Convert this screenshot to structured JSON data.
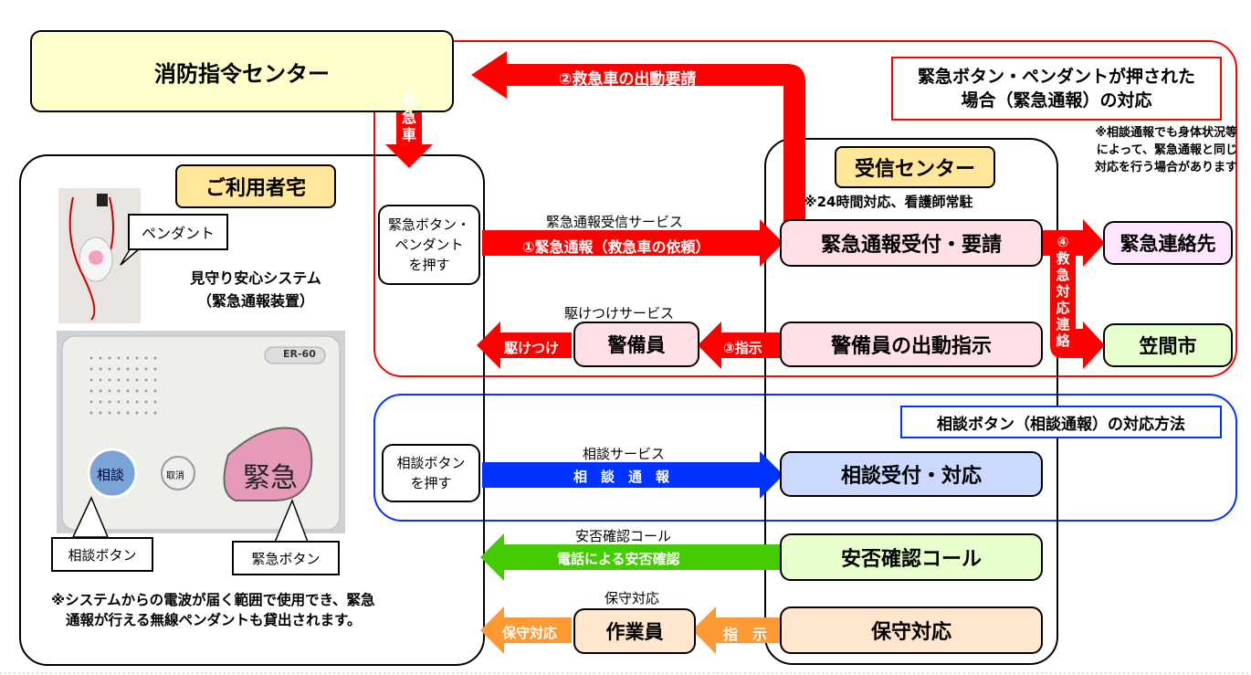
{
  "fire_center": "消防指令センター",
  "user_home": "ご利用者宅",
  "pendant_label": "ペンダント",
  "system_name_line1": "見守り安心システム",
  "system_name_line2": "（緊急通報装置）",
  "device_model": "ER-60",
  "device_btn_consult": "相談",
  "device_btn_cancel": "取消",
  "device_btn_emergency": "緊急",
  "consult_button_label": "相談ボタン",
  "emergency_button_label": "緊急ボタン",
  "footnote_line1": "※システムからの電波が届く範囲で使用でき、緊急",
  "footnote_line2": "通報が行える無線ペンダントも貸出されます。",
  "receive_center": "受信センター",
  "receive_center_note": "※24時間対応、看護師常駐",
  "emergency_title_line1": "緊急ボタン・ペンダントが押された",
  "emergency_title_line2": "場合（緊急通報）の対応",
  "emergency_note_line1": "※相談通報でも身体状況等",
  "emergency_note_line2": "によって、緊急通報と同じ",
  "emergency_note_line3": "対応を行う場合があります",
  "ambulance_request": "②救急車の出動要請",
  "ambulance_chars": [
    "救",
    "急",
    "車"
  ],
  "press_emergency_line1": "緊急ボタン・",
  "press_emergency_line2": "ペンダント",
  "press_emergency_line3": "を押す",
  "emergency_service": "緊急通報受信サービス",
  "emergency_call": "①緊急通報（救急車の依頼）",
  "emergency_reception": "緊急通報受付・要請",
  "emergency_contact": "緊急連絡先",
  "kasama_city": "笠間市",
  "contact_num": "④",
  "contact_chars": [
    "救",
    "急",
    "対",
    "応",
    "連",
    "絡"
  ],
  "rush_service": "駆けつけサービス",
  "rush_label": "駆けつけ",
  "guard": "警備員",
  "instruction3": "③指示",
  "guard_dispatch": "警備員の出動指示",
  "consult_title": "相談ボタン（相談通報）の対応方法",
  "press_consult_line1": "相談ボタン",
  "press_consult_line2": "を押す",
  "consult_service": "相談サービス",
  "consult_call": "相　談　通　報",
  "consult_reception": "相談受付・対応",
  "safety_service": "安否確認コール",
  "safety_phone": "電話による安否確認",
  "safety_call": "安否確認コール",
  "maint_service": "保守対応",
  "maint_label": "保守対応",
  "worker": "作業員",
  "instruction": "指　示",
  "maint_box": "保守対応",
  "colors": {
    "red": "#ff0000",
    "blue": "#0033ff",
    "green": "#44cc00",
    "orange": "#ff9933",
    "yellow_box": "#ffffcc",
    "label_yellow": "#ffe699",
    "pink_box": "#ffe0e6",
    "lavender": "#ffe6ff",
    "light_green": "#e6ffcc",
    "light_blue": "#ccd9ff",
    "peach": "#ffe6cc"
  }
}
